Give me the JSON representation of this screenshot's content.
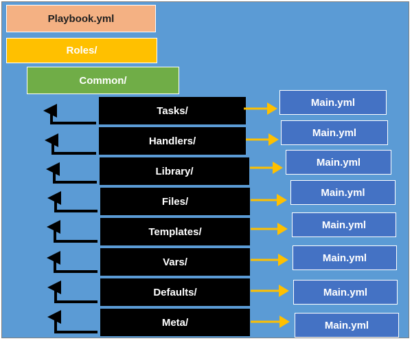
{
  "header": {
    "playbook_label": "Playbook.yml",
    "roles_label": "Roles/",
    "common_label": "Common/"
  },
  "directories": [
    {
      "label": "Tasks/",
      "file": "Main.yml"
    },
    {
      "label": "Handlers/",
      "file": "Main.yml"
    },
    {
      "label": "Library/",
      "file": "Main.yml"
    },
    {
      "label": "Files/",
      "file": "Main.yml"
    },
    {
      "label": "Templates/",
      "file": "Main.yml"
    },
    {
      "label": "Vars/",
      "file": "Main.yml"
    },
    {
      "label": "Defaults/",
      "file": "Main.yml"
    },
    {
      "label": "Meta/",
      "file": "Main.yml"
    }
  ],
  "colors": {
    "background": "#5b9bd5",
    "playbook": "#f4b183",
    "roles": "#ffc000",
    "common": "#70ad47",
    "directory": "#000000",
    "file": "#4472c4",
    "arrow": "#ffc000",
    "return_arrow": "#000000"
  }
}
